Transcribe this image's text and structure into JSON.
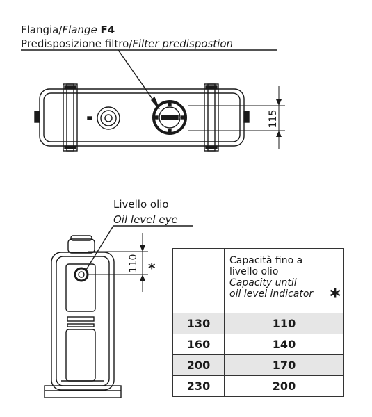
{
  "callouts": {
    "flange": {
      "it_label": "Flangia/",
      "en_label": "Flange",
      "code": "F4"
    },
    "filter": {
      "it_label": "Predisposizione filtro/",
      "en_label": "Filter predispostion"
    },
    "oil_level": {
      "it_label": "Livello olio",
      "en_label": "Oil level eye"
    }
  },
  "dimensions": {
    "top_view": "115",
    "side_view": "110",
    "side_marker": "*"
  },
  "table": {
    "header": {
      "it_line1": "Capacità fino a",
      "it_line2": "livello olio",
      "en_line1": "Capacity until",
      "en_line2": "oil level indicator",
      "marker": "*"
    },
    "rows": [
      {
        "size": "130",
        "capacity": "110"
      },
      {
        "size": "160",
        "capacity": "140"
      },
      {
        "size": "200",
        "capacity": "170"
      },
      {
        "size": "230",
        "capacity": "200"
      }
    ]
  }
}
